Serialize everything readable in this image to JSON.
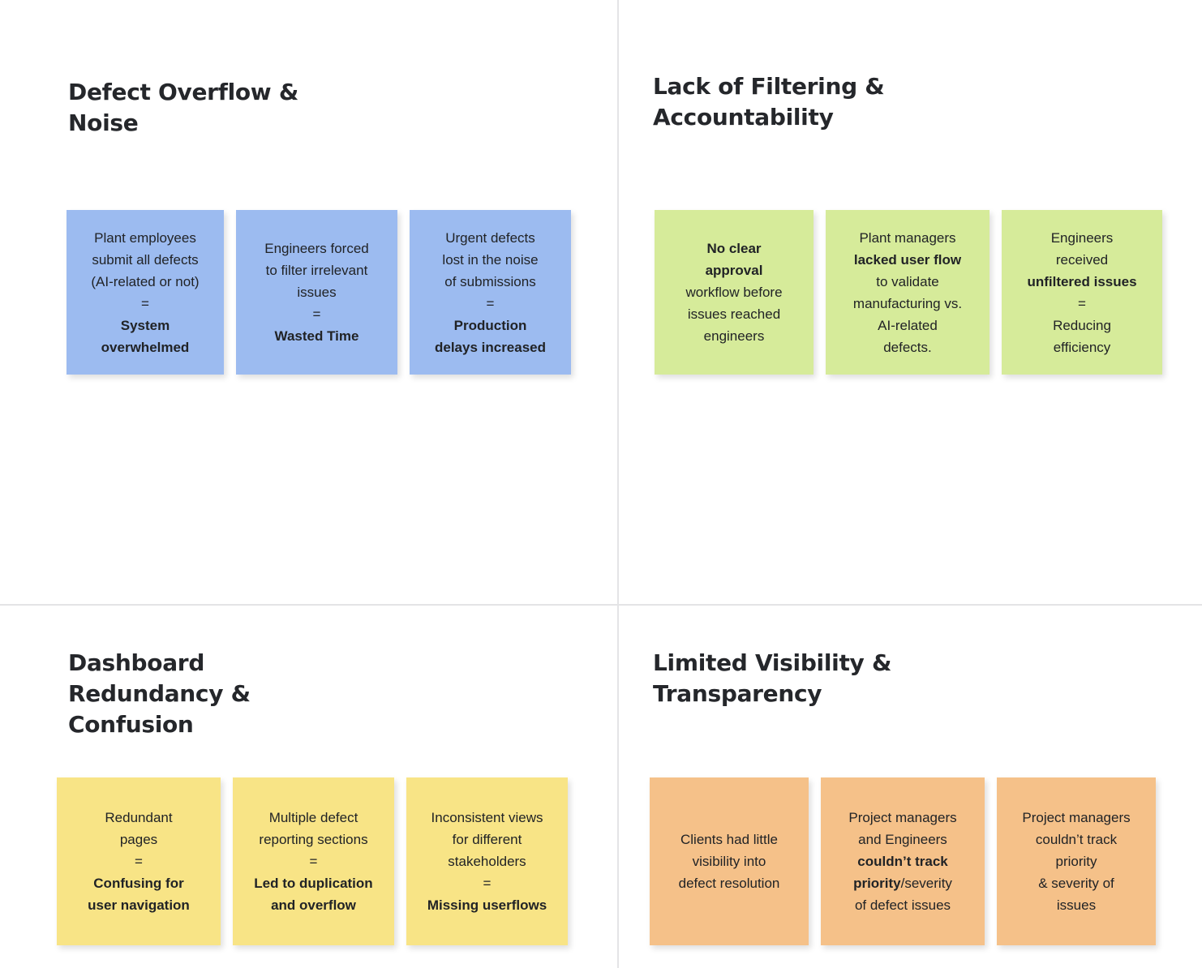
{
  "board": {
    "background": "#ffffff",
    "divider_color": "#e4e4e6",
    "quadrant_count": 4
  },
  "palette": {
    "blue": "#9cbbf0",
    "green": "#d6eb9a",
    "yellow": "#f8e486",
    "orange": "#f5c189",
    "title_color": "#25272b",
    "note_text_color": "#212326"
  },
  "quadrants": [
    {
      "id": "defect-overflow-noise",
      "title": "Defect Overflow &\nNoise",
      "color_name": "blue",
      "notes": [
        {
          "lines": [
            {
              "text": "Plant employees",
              "bold": false
            },
            {
              "text": "submit all defects",
              "bold": false
            },
            {
              "text": "(AI-related or not)",
              "bold": false
            },
            {
              "text": "=",
              "bold": false
            },
            {
              "text": "System",
              "bold": true
            },
            {
              "text": "overwhelmed",
              "bold": true
            }
          ]
        },
        {
          "lines": [
            {
              "text": "Engineers forced",
              "bold": false
            },
            {
              "text": "to filter irrelevant",
              "bold": false
            },
            {
              "text": "issues",
              "bold": false
            },
            {
              "text": "=",
              "bold": false
            },
            {
              "text": "Wasted Time",
              "bold": true
            }
          ]
        },
        {
          "lines": [
            {
              "text": "Urgent defects",
              "bold": false
            },
            {
              "text": "lost in the noise",
              "bold": false
            },
            {
              "text": "of submissions",
              "bold": false
            },
            {
              "text": "=",
              "bold": false
            },
            {
              "text": "Production",
              "bold": true
            },
            {
              "text": "delays increased",
              "bold": true
            }
          ]
        }
      ]
    },
    {
      "id": "lack-of-filtering-accountability",
      "title": "Lack of Filtering &\nAccountability",
      "color_name": "green",
      "notes": [
        {
          "lines": [
            {
              "text": "No clear",
              "bold": true
            },
            {
              "text": "approval",
              "bold": true
            },
            {
              "text": "workflow before",
              "bold": false
            },
            {
              "text": "issues reached",
              "bold": false
            },
            {
              "text": "engineers",
              "bold": false
            }
          ]
        },
        {
          "lines": [
            {
              "text": "Plant managers",
              "bold": false
            },
            {
              "text": "lacked user flow",
              "bold": true
            },
            {
              "text": "to validate",
              "bold": false
            },
            {
              "text": "manufacturing vs.",
              "bold": false
            },
            {
              "text": "AI-related",
              "bold": false
            },
            {
              "text": "defects.",
              "bold": false
            }
          ]
        },
        {
          "lines": [
            {
              "text": "Engineers",
              "bold": false
            },
            {
              "text": "received",
              "bold": false
            },
            {
              "text": "unfiltered issues",
              "bold": true
            },
            {
              "text": "=",
              "bold": false
            },
            {
              "text": "Reducing",
              "bold": false
            },
            {
              "text": "efficiency",
              "bold": false
            }
          ]
        }
      ]
    },
    {
      "id": "dashboard-redundancy-confusion",
      "title": "Dashboard\nRedundancy &\nConfusion",
      "color_name": "yellow",
      "notes": [
        {
          "lines": [
            {
              "text": "Redundant",
              "bold": false
            },
            {
              "text": "pages",
              "bold": false
            },
            {
              "text": "=",
              "bold": false
            },
            {
              "text": "Confusing for",
              "bold": true
            },
            {
              "text": "user navigation",
              "bold": true
            }
          ]
        },
        {
          "lines": [
            {
              "text": "Multiple defect",
              "bold": false
            },
            {
              "text": "reporting sections",
              "bold": false
            },
            {
              "text": "=",
              "bold": false
            },
            {
              "text": "Led to duplication",
              "bold": true
            },
            {
              "text": "and overflow",
              "bold": true
            }
          ]
        },
        {
          "lines": [
            {
              "text": "Inconsistent views",
              "bold": false
            },
            {
              "text": "for different",
              "bold": false
            },
            {
              "text": "stakeholders",
              "bold": false
            },
            {
              "text": "=",
              "bold": false
            },
            {
              "text": "Missing userflows",
              "bold": true
            }
          ]
        }
      ]
    },
    {
      "id": "limited-visibility-transparency",
      "title": "Limited Visibility &\nTransparency",
      "color_name": "orange",
      "notes": [
        {
          "lines": [
            {
              "text": "Clients had little",
              "bold": false
            },
            {
              "text": "visibility into",
              "bold": false
            },
            {
              "text": "defect resolution",
              "bold": false
            }
          ]
        },
        {
          "lines": [
            {
              "text": "Project managers",
              "bold": false
            },
            {
              "text": "and Engineers",
              "bold": false
            },
            {
              "text": "couldn’t track",
              "bold": true
            },
            {
              "text": "priority",
              "bold": true,
              "suffix": "/severity"
            },
            {
              "text": "of defect issues",
              "bold": false
            }
          ]
        },
        {
          "lines": [
            {
              "text": "Project managers",
              "bold": false
            },
            {
              "text": "couldn’t track",
              "bold": false
            },
            {
              "text": "priority",
              "bold": false
            },
            {
              "text": "& severity of",
              "bold": false
            },
            {
              "text": "issues",
              "bold": false
            }
          ]
        }
      ]
    }
  ]
}
